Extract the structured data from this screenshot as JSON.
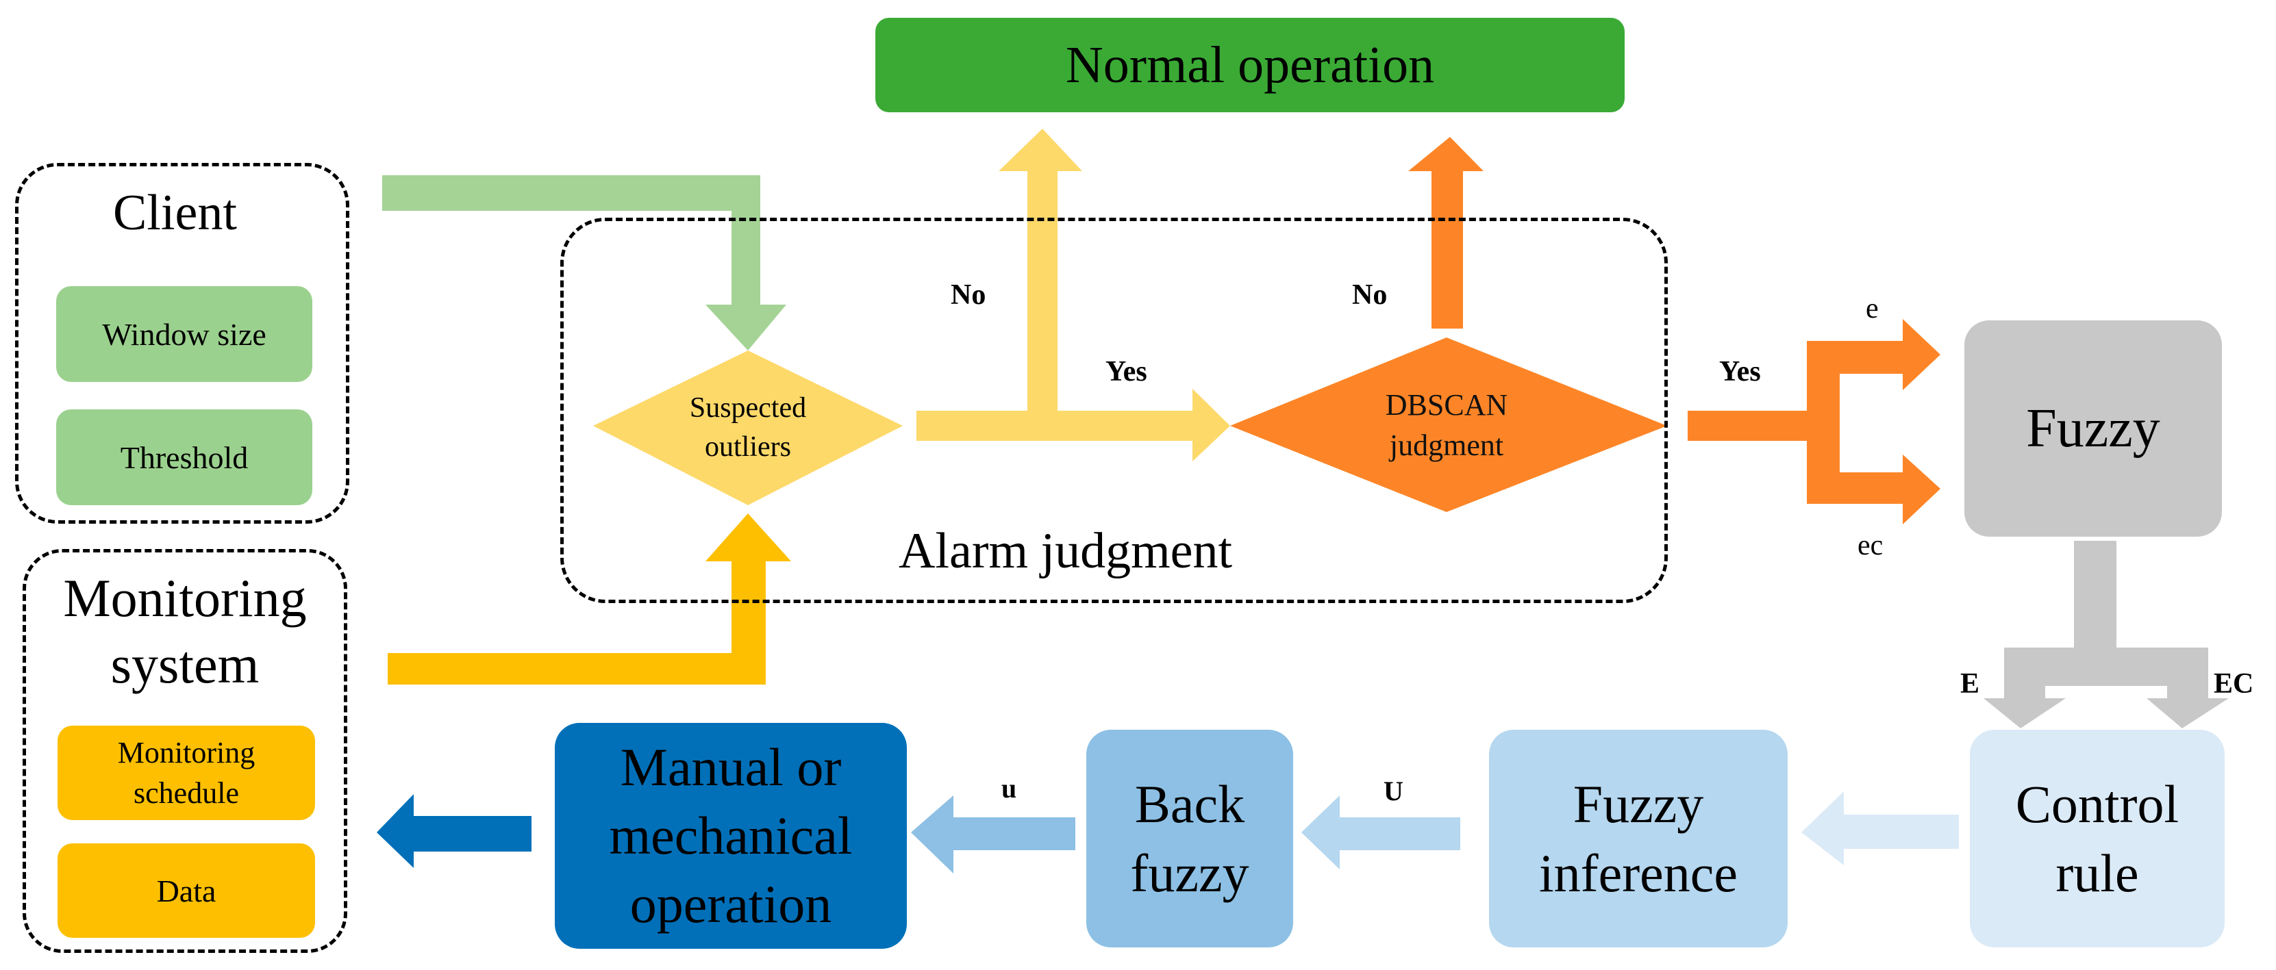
{
  "client": {
    "title": "Client",
    "items": [
      "Window size",
      "Threshold"
    ]
  },
  "monitoring": {
    "title_lines": [
      "Monitoring",
      "system"
    ],
    "items": [
      [
        "Monitoring",
        "schedule"
      ],
      [
        "Data"
      ]
    ]
  },
  "alarm": {
    "title": "Alarm judgment",
    "suspected_lines": [
      "Suspected",
      "outliers"
    ],
    "dbscan_lines": [
      "DBSCAN",
      "judgment"
    ]
  },
  "normal_operation": "Normal operation",
  "fuzzy": "Fuzzy",
  "bottom": {
    "control_rule": [
      "Control",
      "rule"
    ],
    "fuzzy_inference": [
      "Fuzzy",
      "inference"
    ],
    "back_fuzzy": [
      "Back",
      "fuzzy"
    ],
    "manual": [
      "Manual or",
      "mechanical",
      "operation"
    ]
  },
  "edge_labels": {
    "no_left": "No",
    "yes_left": "Yes",
    "no_right": "No",
    "yes_right": "Yes",
    "e": "e",
    "ec": "ec",
    "E": "E",
    "EC": "EC",
    "U": "U",
    "u": "u"
  },
  "colors": {
    "green_box": "#9bd18e",
    "green_arrow": "#a5d396",
    "normal_green": "#3aaa35",
    "yellow": "#fdd96a",
    "amber": "#fdbf00",
    "orange": "#fd8527",
    "gray": "#c8c8c8",
    "blue_dark": "#0170b9",
    "blue_mid": "#8dc0e4",
    "blue_light": "#b5d7ef",
    "blue_pale": "#dbeaf7"
  }
}
